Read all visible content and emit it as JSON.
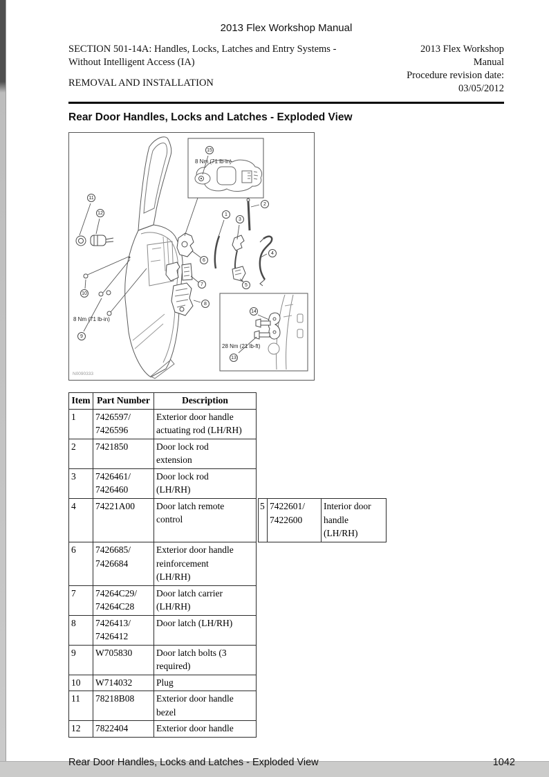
{
  "document": {
    "top_title": "2013 Flex Workshop Manual",
    "header": {
      "section_line1": "SECTION 501-14A: Handles, Locks, Latches and Entry Systems -",
      "section_line2": "Without Intelligent Access (IA)",
      "subtitle": "REMOVAL AND INSTALLATION",
      "right_line1": "2013 Flex Workshop",
      "right_line2": "Manual",
      "right_line3": "Procedure revision date:",
      "right_line4": "03/05/2012"
    },
    "section_heading": "Rear Door Handles, Locks and Latches - Exploded View",
    "footer_title": "Rear Door Handles, Locks and Latches - Exploded View",
    "page_number": "1042"
  },
  "figure": {
    "id_label": "N0090333",
    "torque_top_inset": "8 Nm (71 lb-in)",
    "torque_bottom_left": "8 Nm (71 lb-in)",
    "torque_striker_inset": "28 Nm (21 lb-ft)",
    "callouts": {
      "c1": "1",
      "c2": "2",
      "c3": "3",
      "c4": "4",
      "c5": "5",
      "c6": "6",
      "c7": "7",
      "c8": "8",
      "c9": "9",
      "c10": "10",
      "c11": "11",
      "c12": "12",
      "c13": "13",
      "c14": "14",
      "c15": "15"
    }
  },
  "parts_table": {
    "headers": [
      "Item",
      "Part Number",
      "Description"
    ],
    "rows": [
      {
        "item": "1",
        "part": "7426597/\n7426596",
        "desc": "Exterior door handle\nactuating rod (LH/RH)"
      },
      {
        "item": "2",
        "part": "7421850",
        "desc": "Door lock rod\nextension"
      },
      {
        "item": "3",
        "part": "7426461/\n7426460",
        "desc": "Door lock rod\n(LH/RH)"
      },
      {
        "item": "4",
        "part": "74221A00",
        "desc": "Door latch remote\ncontrol"
      },
      {
        "item": "6",
        "part": "7426685/\n7426684",
        "desc": "Exterior door handle\nreinforcement\n(LH/RH)"
      },
      {
        "item": "7",
        "part": "74264C29/\n74264C28",
        "desc": "Door latch carrier\n(LH/RH)"
      },
      {
        "item": "8",
        "part": "7426413/\n7426412",
        "desc": "Door latch (LH/RH)"
      },
      {
        "item": "9",
        "part": "W705830",
        "desc": "Door latch bolts (3\nrequired)"
      },
      {
        "item": "10",
        "part": "W714032",
        "desc": "Plug"
      },
      {
        "item": "11",
        "part": "78218B08",
        "desc": "Exterior door handle\nbezel"
      },
      {
        "item": "12",
        "part": "7822404",
        "desc": "Exterior door handle"
      }
    ],
    "side_row": {
      "item": "5",
      "part": "7422601/\n7422600",
      "desc": "Interior door\nhandle\n(LH/RH)"
    }
  },
  "colors": {
    "page_bg": "#ffffff",
    "text": "#111111",
    "rule": "#000000",
    "table_border": "#2b2b2b",
    "figure_border": "#555555",
    "edge_gray": "#cacaca"
  }
}
